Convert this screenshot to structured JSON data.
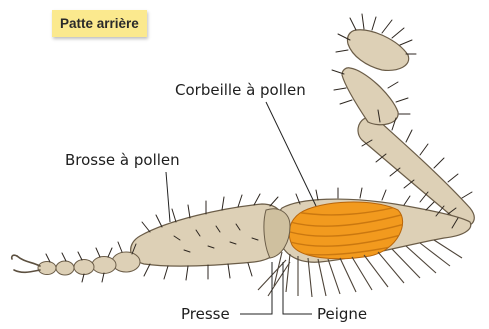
{
  "title": "Patte arrière",
  "labels": {
    "corbeille": "Corbeille à pollen",
    "brosse": "Brosse à pollen",
    "presse": "Presse",
    "peigne": "Peigne"
  },
  "colors": {
    "leg_fill": "#ddd0b6",
    "leg_stroke": "#6b5d48",
    "hair": "#2d2620",
    "pollen": "#f29a1e",
    "pollen_stroke": "#b8650a",
    "tag_bg": "#fbe98e",
    "leader_line": "#222222"
  }
}
